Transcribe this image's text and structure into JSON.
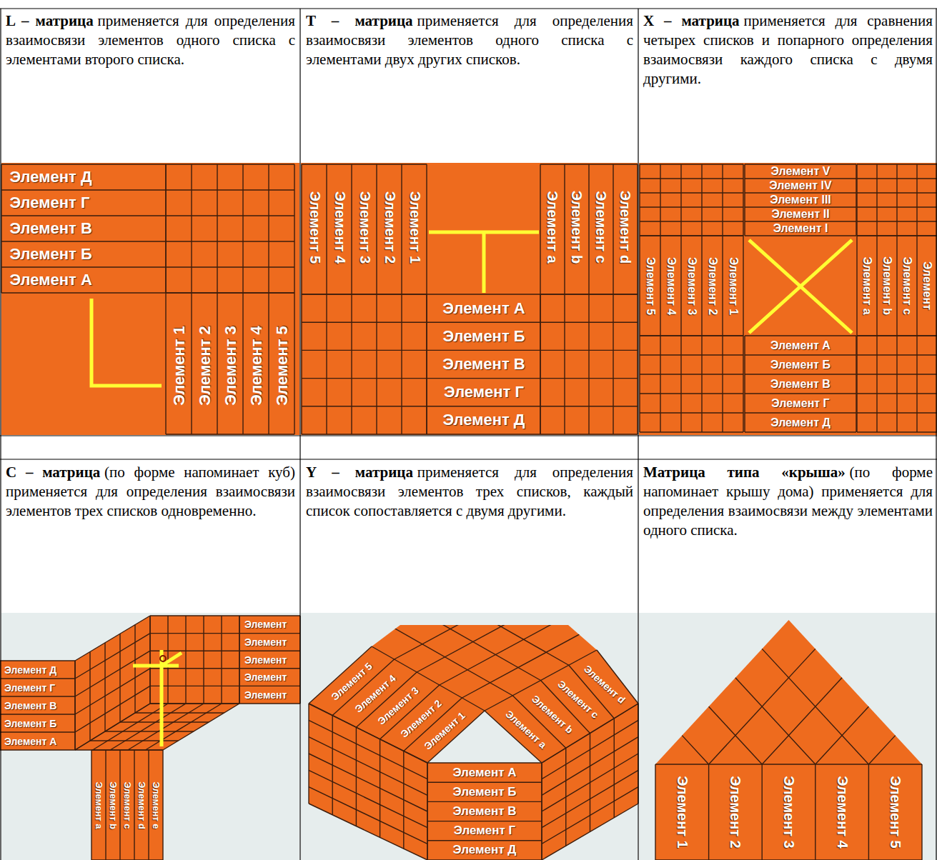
{
  "diagram": {
    "nodes": [
      {
        "text": [
          "L – матрица",
          "применяется для определения взаимосвязи элементов одного списка с элементами второго списка."
        ]
      },
      {
        "text": [
          "T – матрица",
          "применяется для определения взаимосвязи элементов одного списка с элементами двух других списков."
        ]
      },
      {
        "text": [
          "X – матрица",
          "применяется для сравнения четырех списков и попарного определения взаимосвязи каждого списка с двумя другими."
        ]
      },
      {
        "text": [
          "C – матрица",
          "(по форме напоминает куб) применяется для определения взаимосвязи элементов трех списков одновременно."
        ]
      },
      {
        "text": [
          "Y – матрица",
          "применяется для определения взаимосвязи элементов трех списков, каждый список сопоставляется с двумя другими."
        ]
      },
      {
        "text": [
          "Матрица типа «крыша»",
          "(по форме напоминает крышу дома) применяется для определения взаимосвязи между элементами одного списка."
        ]
      }
    ],
    "labels": [
      "Элемент Д",
      "Элемент Г",
      "Элемент В",
      "Элемент Б",
      "Элемент А",
      "Элемент 1",
      "Элемент 2",
      "Элемент 3",
      "Элемент 4",
      "Элемент 5",
      "Элемент 5",
      "Элемент 4",
      "Элемент 3",
      "Элемент 2",
      "Элемент 1",
      "Элемент a",
      "Элемент b",
      "Элемент c",
      "Элемент d",
      "Элемент А",
      "Элемент Б",
      "Элемент В",
      "Элемент Г",
      "Элемент Д",
      "Элемент V",
      "Элемент IV",
      "Элемент III",
      "Элемент II",
      "Элемент I",
      "Элемент 5",
      "Элемент 4",
      "Элемент 3",
      "Элемент 2",
      "Элемент 1",
      "Элемент a",
      "Элемент b",
      "Элемент c",
      "Элемент",
      "Элемент А",
      "Элемент Б",
      "Элемент В",
      "Элемент Г",
      "Элемент Д",
      "Элемент",
      "Элемент",
      "Элемент",
      "Элемент",
      "Элемент",
      "Элемент Д",
      "Элемент Г",
      "Элемент В",
      "Элемент Б",
      "Элемент А",
      "Элемент a",
      "Элемент b",
      "Элемент c",
      "Элемент d",
      "Элемент e",
      "Элемент 5",
      "Элемент 4",
      "Элемент 3",
      "Элемент 2",
      "Элемент 1",
      "Элемент a",
      "Элемент b",
      "Элемент c",
      "Элемент d",
      "Элемент А",
      "Элемент Б",
      "Элемент В",
      "Элемент Г",
      "Элемент Д",
      "Элемент 1",
      "Элемент 2",
      "Элемент 3",
      "Элемент 4",
      "Элемент 5"
    ]
  }
}
